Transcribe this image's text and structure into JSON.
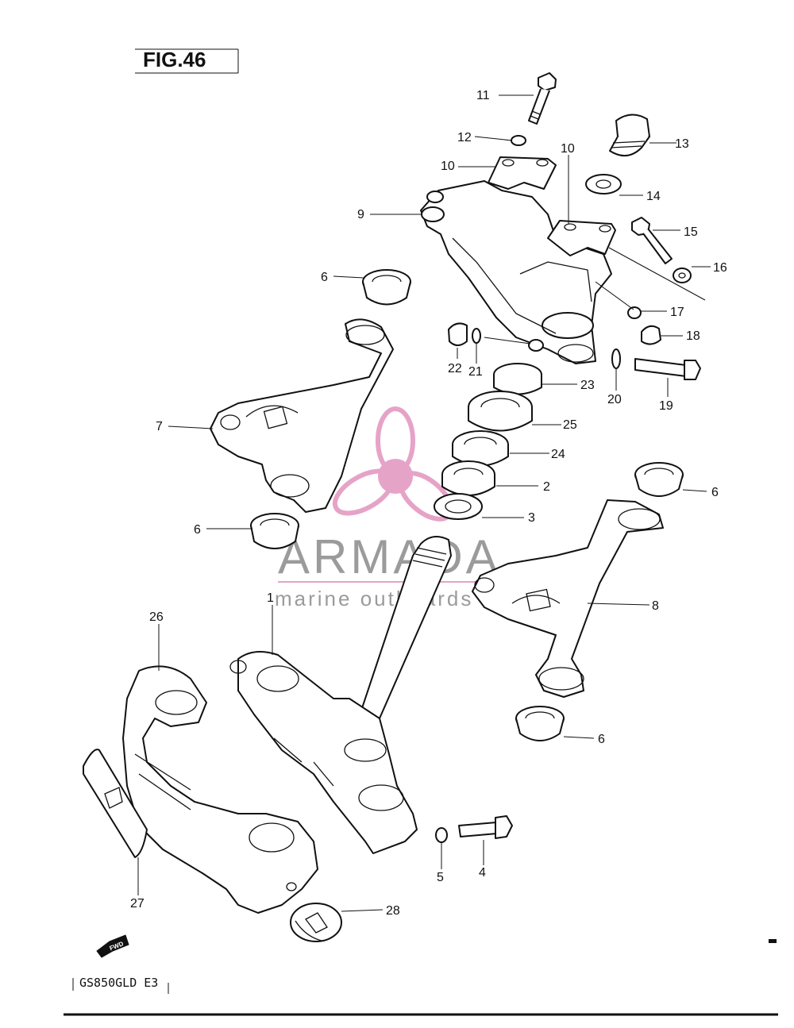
{
  "figure": {
    "title": "FIG.46"
  },
  "model_code": "GS850GLD E3",
  "fwd_badge": "FWD",
  "watermark": {
    "brand": "ARMADA",
    "tagline": "marine outboards",
    "accent_color": "#e6a3c8"
  },
  "callouts": {
    "p1": "1",
    "p2": "2",
    "p3": "3",
    "p4": "4",
    "p5": "5",
    "p6a": "6",
    "p6b": "6",
    "p6c": "6",
    "p6d": "6",
    "p7": "7",
    "p8": "8",
    "p9": "9",
    "p10a": "10",
    "p10b": "10",
    "p11": "11",
    "p12": "12",
    "p13": "13",
    "p14": "14",
    "p15": "15",
    "p16": "16",
    "p17": "17",
    "p18": "18",
    "p19": "19",
    "p20": "20",
    "p21": "21",
    "p22": "22",
    "p23": "23",
    "p24": "24",
    "p25": "25",
    "p26": "26",
    "p27": "27",
    "p28": "28"
  }
}
